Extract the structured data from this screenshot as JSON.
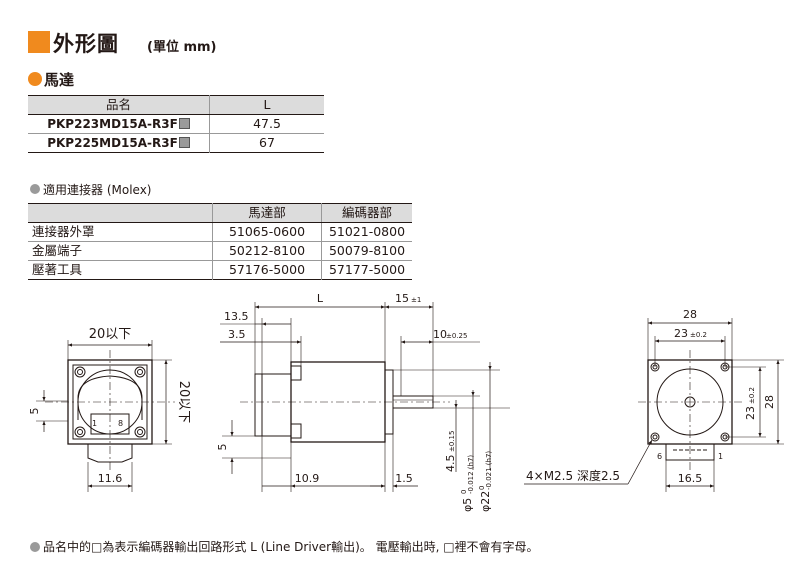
{
  "header": {
    "title": "外形圖",
    "unit": "(單位 mm)"
  },
  "motor_section": {
    "title": "馬達"
  },
  "motor_table": {
    "headers": [
      "品名",
      "L"
    ],
    "rows": [
      {
        "name": "PKP223MD15A-R3F",
        "L": "47.5"
      },
      {
        "name": "PKP225MD15A-R3F",
        "L": "67"
      }
    ]
  },
  "connector_section": {
    "title": "適用連接器 (Molex)"
  },
  "connector_table": {
    "headers": [
      "",
      "馬達部",
      "編碼器部"
    ],
    "rows": [
      {
        "item": "連接器外罩",
        "motor": "51065-0600",
        "encoder": "51021-0800"
      },
      {
        "item": "金屬端子",
        "motor": "50212-8100",
        "encoder": "50079-8100"
      },
      {
        "item": "壓著工具",
        "motor": "57176-5000",
        "encoder": "57177-5000"
      }
    ]
  },
  "drawing": {
    "left": {
      "top_dim": "20以下",
      "side_dim": "20以下",
      "small_5": "5",
      "pin1": "1",
      "pin8": "8",
      "bottom_dim": "11.6"
    },
    "middle": {
      "L": "L",
      "d13_5": "13.5",
      "d3_5": "3.5",
      "d15": "15",
      "d15_tol": "±1",
      "d10": "10",
      "d10_tol": "±0.25",
      "d5": "5",
      "d10_9": "10.9",
      "d1_5": "1.5",
      "d4_5": "4.5",
      "d4_5_tol": "±0.15",
      "shaft": "φ5",
      "shaft_tol": "-0.012 (h7)",
      "pilot": "φ22",
      "pilot_tol": "-0.021 (h7)",
      "zero": "0"
    },
    "right": {
      "d28_top": "28",
      "d23_top": "23",
      "d23_tol": "±0.2",
      "d23_side": "23",
      "d28_side": "28",
      "pin6": "6",
      "pin1": "1",
      "holes": "4×M2.5 深度2.5",
      "d16_5": "16.5"
    }
  },
  "footnote": "品名中的□為表示編碼器輸出回路形式 L (Line Driver輸出)。 電壓輸出時, □裡不會有字母。"
}
